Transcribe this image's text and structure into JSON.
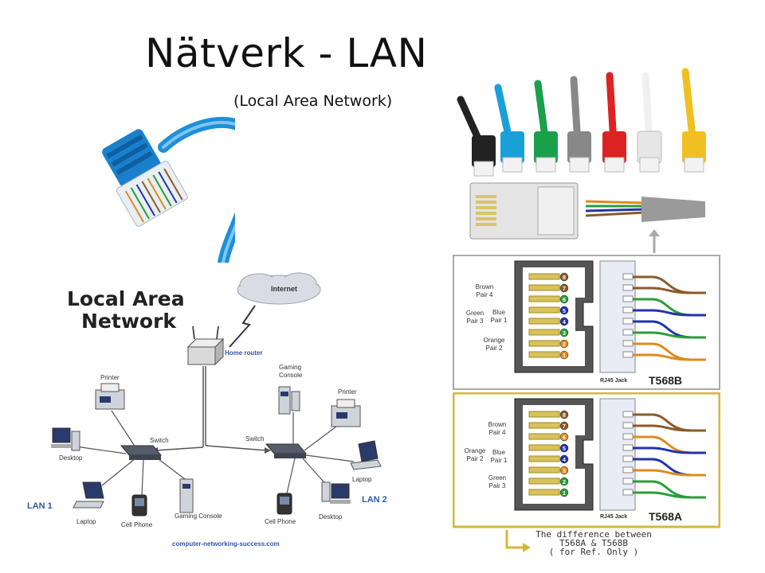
{
  "slide": {
    "title": "Nätverk - LAN",
    "subtitle": "(Local Area Network)"
  },
  "network_diagram": {
    "heading_line1": "Local Area",
    "heading_line2": "Network",
    "internet": "Internet",
    "home_router": "Home router",
    "lan1": {
      "label": "LAN 1",
      "switch": "Switch",
      "printer": "Printer",
      "desktop": "Desktop",
      "laptop": "Laptop",
      "cell_phone": "Cell Phone",
      "gaming_console": "Gaming Console"
    },
    "lan2": {
      "label": "LAN 2",
      "switch": "Switch",
      "gaming_console": "Gaming Console",
      "printer": "Printer",
      "laptop": "Laptop",
      "cell_phone": "Cell Phone",
      "desktop": "Desktop"
    },
    "credit": "computer-networking-success.com"
  },
  "wiring": {
    "t568b": {
      "standard": "T568B",
      "jack_label": "RJ45 Jack",
      "pairs": [
        {
          "line1": "Brown",
          "line2": "Pair 4"
        },
        {
          "line1": "Blue",
          "line2": "Pair 1"
        },
        {
          "line1": "Green",
          "line2": "Pair 3"
        },
        {
          "line1": "Orange",
          "line2": "Pair 2"
        }
      ],
      "pin_numbers": [
        "8",
        "7",
        "6",
        "5",
        "4",
        "3",
        "2",
        "1"
      ]
    },
    "t568a": {
      "standard": "T568A",
      "jack_label": "RJ45 Jack",
      "pairs": [
        {
          "line1": "Brown",
          "line2": "Pair 4"
        },
        {
          "line1": "Orange",
          "line2": "Pair 2"
        },
        {
          "line1": "Blue",
          "line2": "Pair 1"
        },
        {
          "line1": "Green",
          "line2": "Pair 3"
        }
      ],
      "pin_numbers": [
        "8",
        "7",
        "6",
        "5",
        "4",
        "3",
        "2",
        "1"
      ]
    },
    "note_line1": "The difference between",
    "note_line2": "T568A & T568B",
    "note_line3": "( for Ref. Only )"
  },
  "colors": {
    "cable_blue": "#1f8fd8",
    "brown": "#8b5a2b",
    "blue": "#2233aa",
    "green": "#2c9c3a",
    "orange": "#e08a1e",
    "frame_gray": "#aaaaaa",
    "frame_gold": "#d4b83a"
  }
}
